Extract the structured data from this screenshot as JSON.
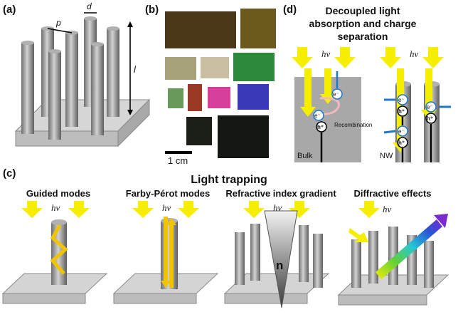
{
  "panels": {
    "a": {
      "label": "(a)",
      "p": "p",
      "d": "d",
      "l": "l"
    },
    "b": {
      "label": "(b)",
      "scale": "1 cm"
    },
    "c": {
      "label": "(c)",
      "title": "Light trapping",
      "subpanels": [
        {
          "title": "Guided modes"
        },
        {
          "title": "Farby-Pérot modes"
        },
        {
          "title": "Refractive index gradient",
          "n": "n"
        },
        {
          "title": "Diffractive effects"
        }
      ]
    },
    "d": {
      "label": "(d)",
      "title_lines": [
        "Decoupled light",
        "absorption and charge",
        "separation"
      ],
      "bulk": "Bulk",
      "nw": "NW",
      "recombination": "Recombination",
      "electron": "e⁻",
      "hole": "h⁺"
    }
  },
  "hv": "hν",
  "colors": {
    "arrow_yellow": "#f6ee00",
    "rod_gray": "#8c8c8c",
    "blue": "#1f77c8",
    "substrate": "#c9c9c9"
  }
}
